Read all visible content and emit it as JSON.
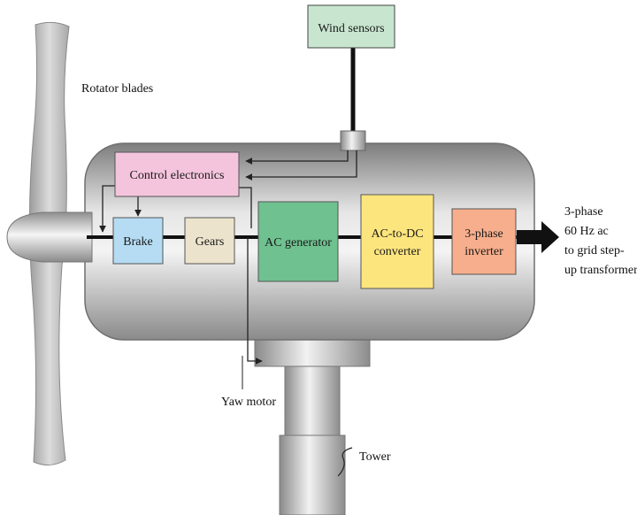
{
  "labels": {
    "rotator_blades": "Rotator blades",
    "yaw_motor": "Yaw motor",
    "tower": "Tower",
    "output_line1": "3-phase",
    "output_line2": "60 Hz ac",
    "output_line3": "to grid step-",
    "output_line4": "up transformer"
  },
  "boxes": {
    "wind_sensors": "Wind sensors",
    "control_electronics": "Control electronics",
    "brake": "Brake",
    "gears": "Gears",
    "ac_generator": "AC generator",
    "converter_line1": "AC-to-DC",
    "converter_line2": "converter",
    "inverter_line1": "3-phase",
    "inverter_line2": "inverter"
  },
  "colors": {
    "wind_sensors": "#c8e6cf",
    "control_electronics": "#f4c4dc",
    "brake": "#b5dcf2",
    "gears": "#ece3cc",
    "ac_generator": "#6fc190",
    "converter": "#fde57e",
    "inverter": "#f7ae8c"
  }
}
